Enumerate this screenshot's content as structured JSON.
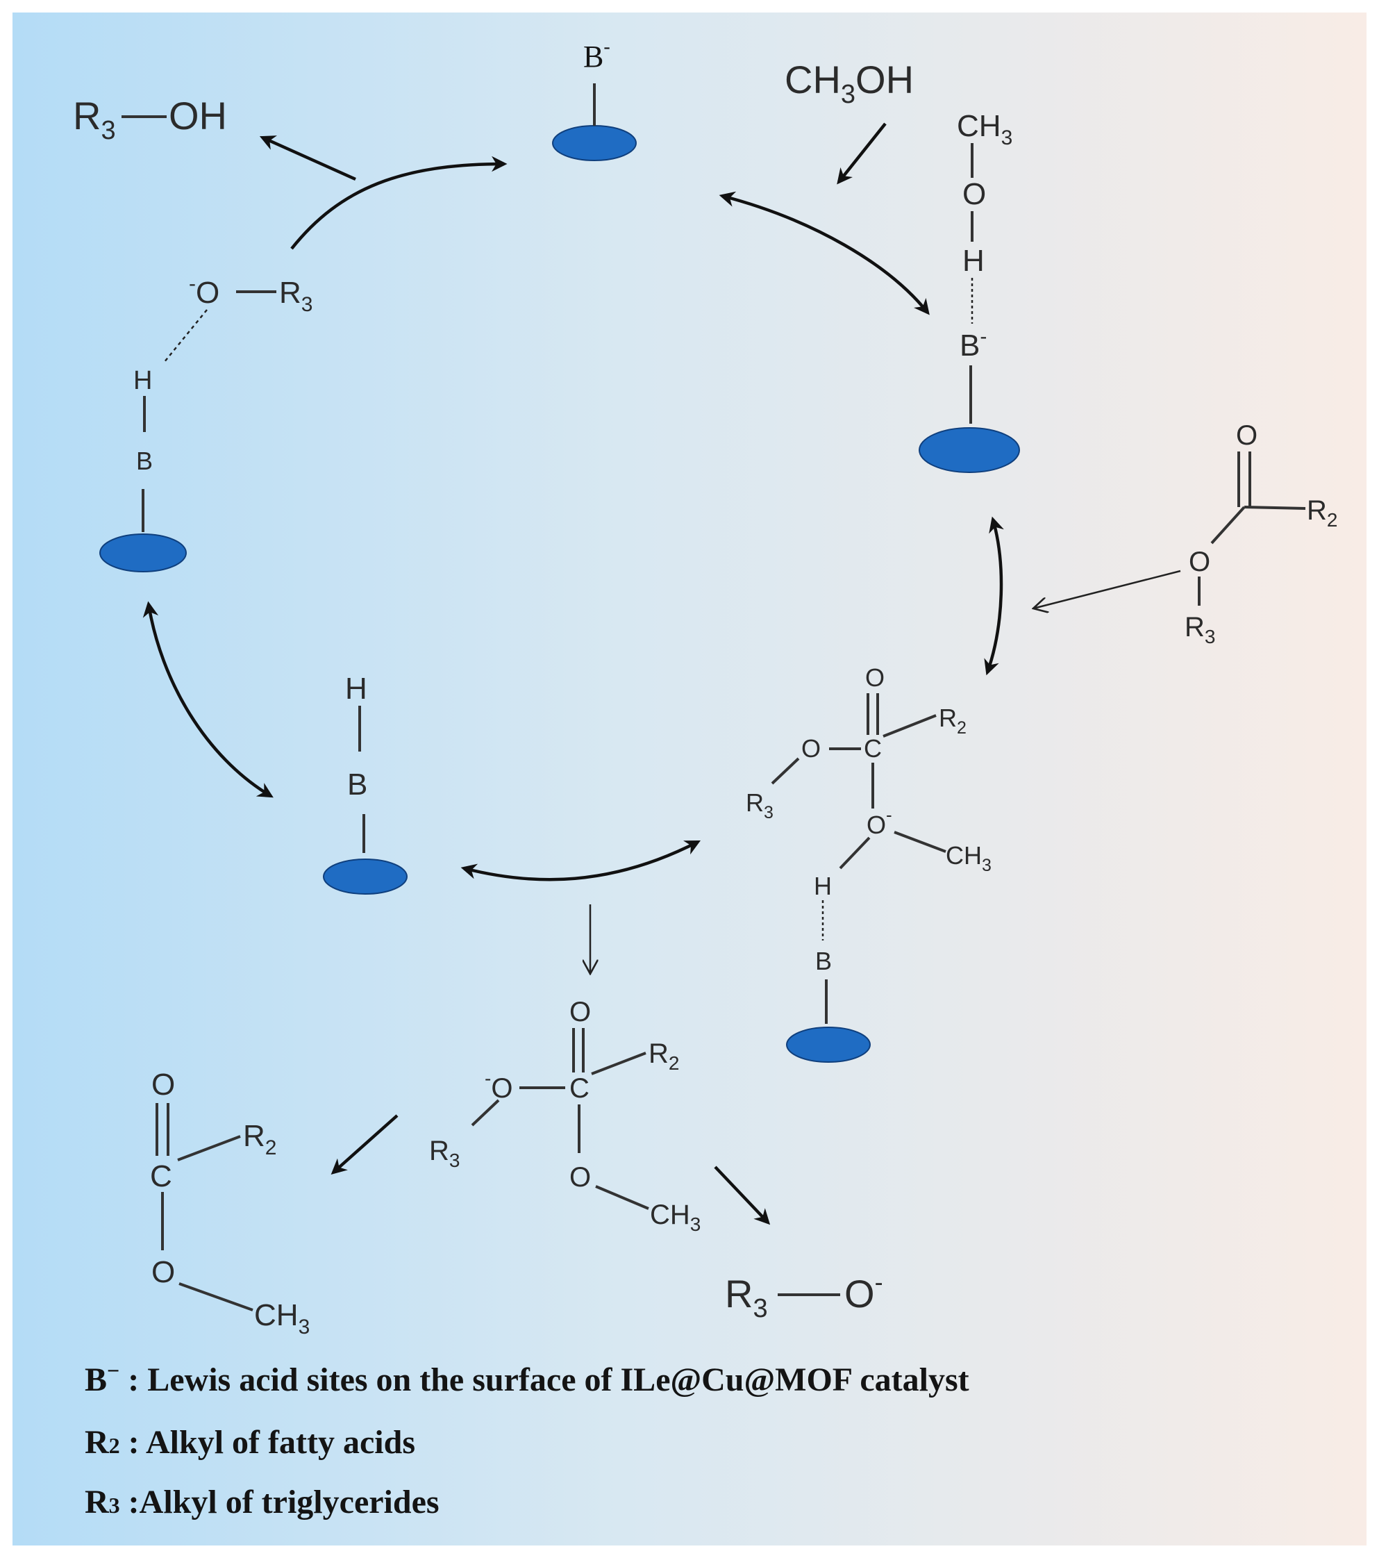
{
  "colors": {
    "background_left": "#b4dcf6",
    "background_mid": "#d8e8f2",
    "background_right": "#f8ece6",
    "site": "#1f6cc3",
    "site_outline": "#0f3f7d",
    "text": "#2b2b2b",
    "arrow": "#111111"
  },
  "labels": {
    "b_minus": "B",
    "minus": "-",
    "methanol": "CH",
    "methanol_sub": "3",
    "methanol_tail": "OH",
    "ch": "CH",
    "sub3": "3",
    "sub2": "2",
    "o": "O",
    "h": "H",
    "b": "B",
    "c": "C",
    "r": "R",
    "oh": "OH"
  },
  "legend": [
    {
      "key": "B",
      "key_sup": "−",
      "text": " :  Lewis acid sites on the surface of ILe@Cu@MOF catalyst"
    },
    {
      "key": "R",
      "key_sub": "2",
      "text": " : Alkyl of fatty acids"
    },
    {
      "key": "R",
      "key_sub": "3",
      "text": " :Alkyl of triglycerides"
    }
  ]
}
